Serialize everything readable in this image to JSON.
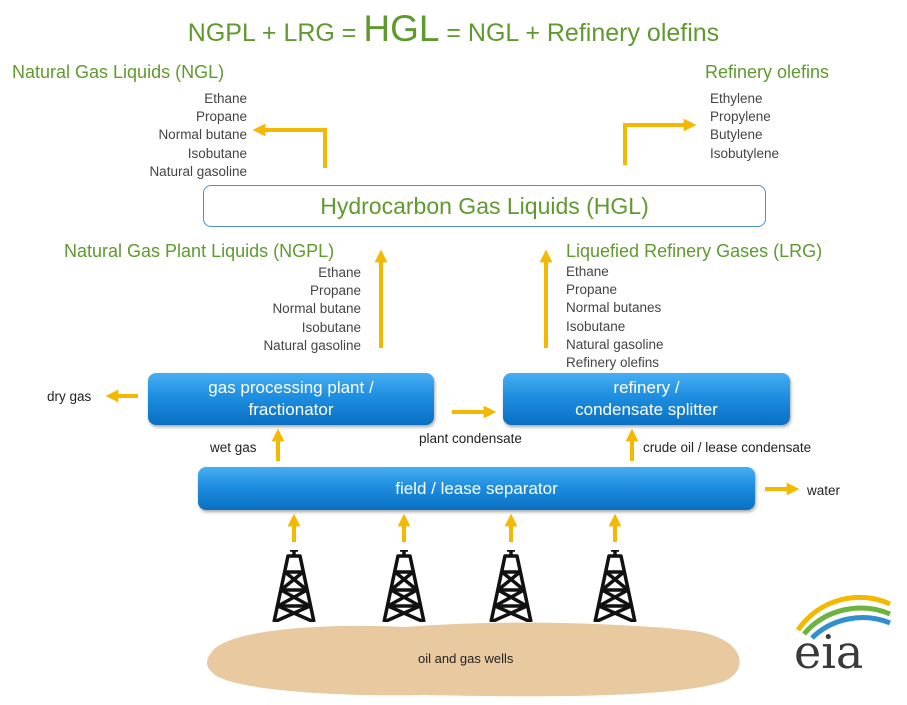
{
  "title": {
    "prefix": "NGPL + LRG = ",
    "hgl": "HGL",
    "suffix": " = NGL + Refinery olefins"
  },
  "ngl": {
    "heading": "Natural Gas Liquids (NGL)",
    "items": [
      "Ethane",
      "Propane",
      "Normal butane",
      "Isobutane",
      "Natural gasoline"
    ]
  },
  "olefins": {
    "heading": "Refinery olefins",
    "items": [
      "Ethylene",
      "Propylene",
      "Butylene",
      "Isobutylene"
    ]
  },
  "hgl_box": "Hydrocarbon Gas Liquids (HGL)",
  "ngpl": {
    "heading": "Natural Gas Plant Liquids (NGPL)",
    "items": [
      "Ethane",
      "Propane",
      "Normal butane",
      "Isobutane",
      "Natural gasoline"
    ]
  },
  "lrg": {
    "heading": "Liquefied Refinery Gases (LRG)",
    "items": [
      "Ethane",
      "Propane",
      "Normal butanes",
      "Isobutane",
      "Natural gasoline",
      "Refinery olefins"
    ]
  },
  "gas_plant": {
    "line1": "gas processing plant /",
    "line2": "fractionator"
  },
  "refinery": {
    "line1": "refinery /",
    "line2": "condensate splitter"
  },
  "separator": "field / lease separator",
  "labels": {
    "dry_gas": "dry gas",
    "wet_gas": "wet gas",
    "plant_condensate": "plant condensate",
    "crude_oil": "crude oil / lease condensate",
    "water": "water",
    "wells": "oil and gas wells"
  },
  "logo": "eia",
  "colors": {
    "green": "#5f9a2e",
    "arrow": "#f5b800",
    "blue": "#1e8ee0",
    "ground": "#e8c9a0"
  }
}
